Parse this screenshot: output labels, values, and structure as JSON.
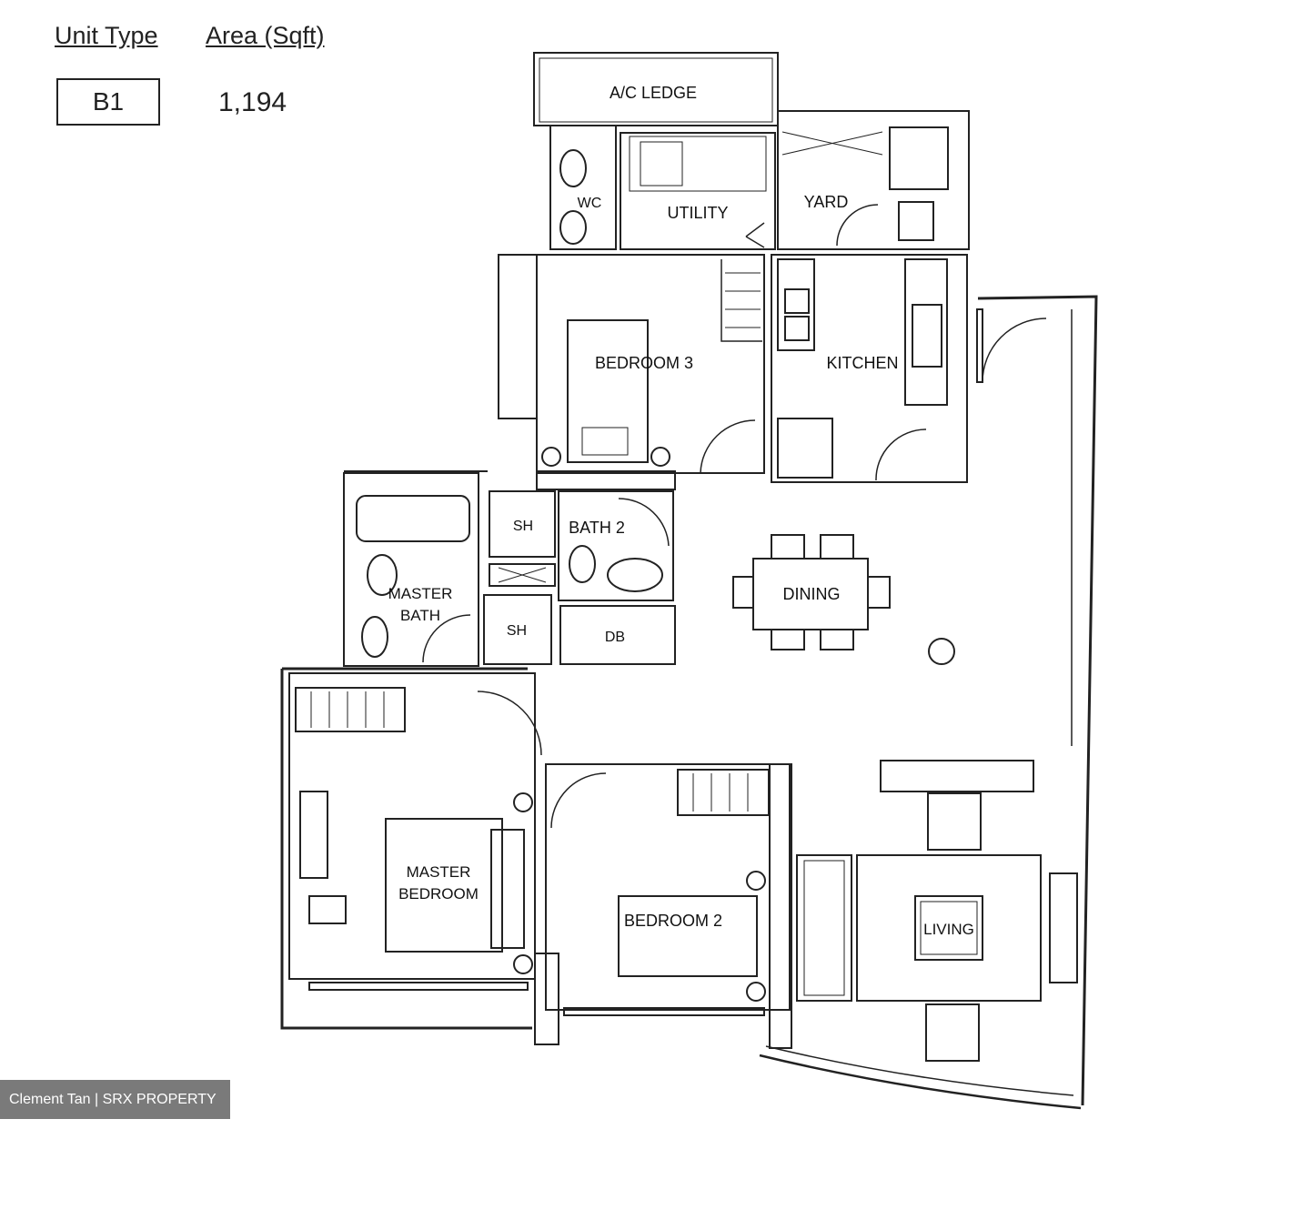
{
  "header": {
    "unit_type_label": "Unit Type",
    "area_label": "Area (Sqft)",
    "unit_code": "B1",
    "area_value": "1,194"
  },
  "rooms": {
    "ac_ledge": "A/C LEDGE",
    "wc": "WC",
    "utility": "UTILITY",
    "yard": "YARD",
    "bedroom3": "BEDROOM 3",
    "kitchen": "KITCHEN",
    "sh1": "SH",
    "bath2": "BATH 2",
    "master_bath_1": "MASTER",
    "master_bath_2": "BATH",
    "sh2": "SH",
    "dining": "DINING",
    "db": "DB",
    "master_bedroom_1": "MASTER",
    "master_bedroom_2": "BEDROOM",
    "bedroom2": "BEDROOM 2",
    "living": "LIVING"
  },
  "watermark": "Clement Tan | SRX PROPERTY"
}
